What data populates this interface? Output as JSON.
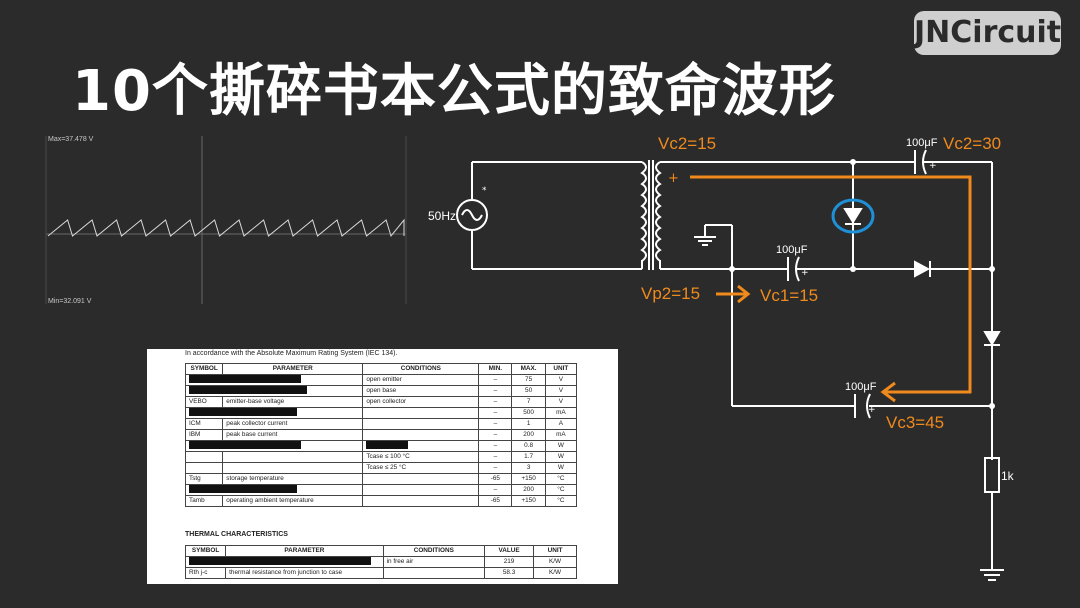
{
  "title": "10个撕碎书本公式的致命波形",
  "brand": "JNCircuit",
  "scope": {
    "max_label": "Max=37.478 V",
    "min_label": "Min=32.091 V"
  },
  "circuit": {
    "source_label": "50Hz",
    "vc2_top": "Vc2=15",
    "vc2_right": "Vc2=30",
    "vp2": "Vp2=15",
    "vc1": "Vc1=15",
    "vc3": "Vc3=45",
    "cap_top": "100μF",
    "cap_mid": "100μF",
    "cap_bottom": "100μF",
    "resistor": "1k",
    "plus": "+",
    "star": "*",
    "arrow_color": "#f08a1c",
    "highlight_color": "#1e90d8"
  },
  "datasheet": {
    "caption": "In accordance with the Absolute Maximum Rating System (IEC 134).",
    "headers": [
      "SYMBOL",
      "PARAMETER",
      "CONDITIONS",
      "MIN.",
      "MAX.",
      "UNIT"
    ],
    "rows": [
      {
        "sym": "",
        "param": "",
        "cond": "open emitter",
        "min": "–",
        "max": "75",
        "unit": "V",
        "redact": "symparam"
      },
      {
        "sym": "",
        "param": "",
        "cond": "open base",
        "min": "–",
        "max": "50",
        "unit": "V",
        "redact": "symparam"
      },
      {
        "sym": "VEBO",
        "param": "emitter-base voltage",
        "cond": "open collector",
        "min": "–",
        "max": "7",
        "unit": "V"
      },
      {
        "sym": "",
        "param": "",
        "cond": "",
        "min": "–",
        "max": "500",
        "unit": "mA",
        "redact": "symparam"
      },
      {
        "sym": "ICM",
        "param": "peak collector current",
        "cond": "",
        "min": "–",
        "max": "1",
        "unit": "A"
      },
      {
        "sym": "IBM",
        "param": "peak base current",
        "cond": "",
        "min": "–",
        "max": "200",
        "unit": "mA"
      },
      {
        "sym": "",
        "param": "",
        "cond": "",
        "min": "–",
        "max": "0.8",
        "unit": "W",
        "redact": "symparamcond"
      },
      {
        "sym": "",
        "param": "",
        "cond": "Tcase ≤ 100 °C",
        "min": "–",
        "max": "1.7",
        "unit": "W"
      },
      {
        "sym": "",
        "param": "",
        "cond": "Tcase ≤ 25 °C",
        "min": "–",
        "max": "3",
        "unit": "W"
      },
      {
        "sym": "Tstg",
        "param": "storage temperature",
        "cond": "",
        "min": "-65",
        "max": "+150",
        "unit": "°C"
      },
      {
        "sym": "",
        "param": "",
        "cond": "",
        "min": "–",
        "max": "200",
        "unit": "°C",
        "redact": "symparam"
      },
      {
        "sym": "Tamb",
        "param": "operating ambient temperature",
        "cond": "",
        "min": "-65",
        "max": "+150",
        "unit": "°C"
      }
    ],
    "thermal_title": "THERMAL CHARACTERISTICS",
    "thermal_headers": [
      "SYMBOL",
      "PARAMETER",
      "CONDITIONS",
      "VALUE",
      "UNIT"
    ],
    "thermal_rows": [
      {
        "sym": "",
        "param": "",
        "cond": "in free air",
        "value": "219",
        "unit": "K/W",
        "redact": "symparam"
      },
      {
        "sym": "Rth j-c",
        "param": "thermal resistance from junction to case",
        "cond": "",
        "value": "58.3",
        "unit": "K/W"
      }
    ]
  }
}
